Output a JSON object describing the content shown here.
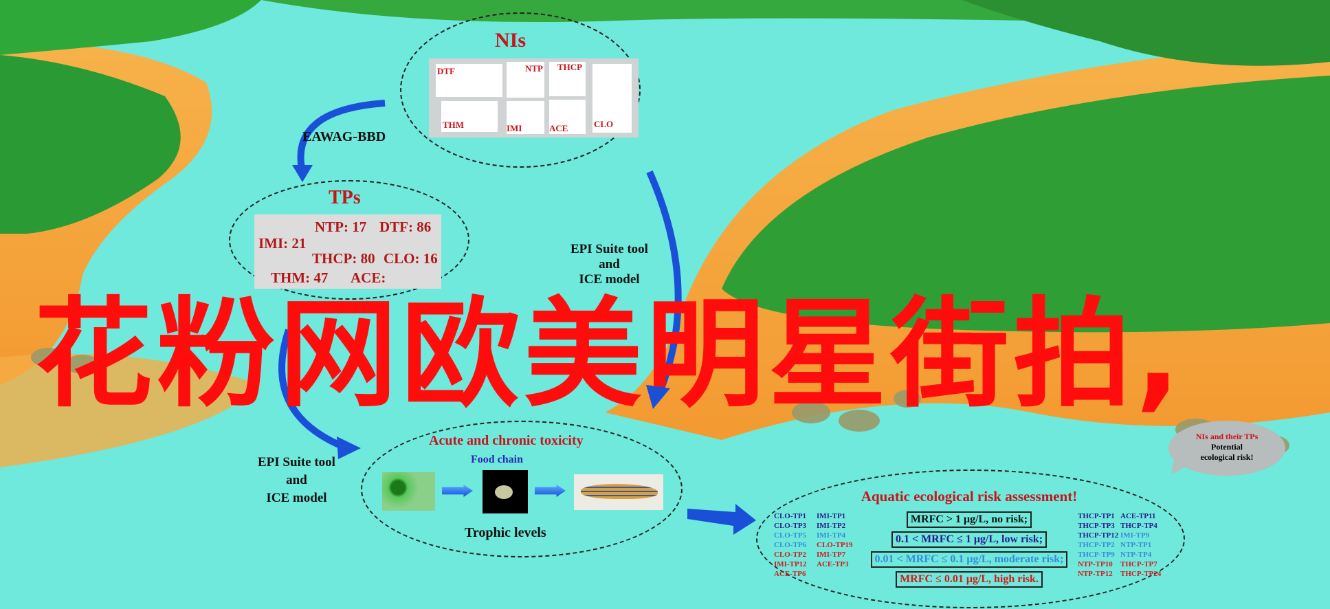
{
  "nis": {
    "title": "NIs",
    "compounds": [
      "DTF",
      "NTP",
      "THCP",
      "THM",
      "IMI",
      "ACE",
      "CLO"
    ]
  },
  "pathway_label": "EAWAG-BBD",
  "tps": {
    "title": "TPs",
    "counts": [
      "NTP: 17",
      "DTF: 86",
      "IMI: 21",
      "THCP: 80",
      "CLO: 16",
      "THM: 47",
      "ACE: "
    ]
  },
  "epi_right": {
    "line1": "EPI Suite tool",
    "line2": "and",
    "line3": "ICE model"
  },
  "epi_left": {
    "line1": "EPI Suite tool",
    "line2": "and",
    "line3": "ICE model"
  },
  "toxicity": {
    "title": "Acute and chronic toxicity",
    "subtitle": "Food chain",
    "footer": "Trophic levels"
  },
  "bubble": {
    "line1": "NIs and their TPs",
    "line2": "Potential",
    "line3": "ecological risk!"
  },
  "risk": {
    "title": "Aquatic ecological risk assessment!",
    "levels": [
      "MRFC > 1 μg/L, no risk;",
      "0.1 < MRFC ≤ 1 μg/L, low risk;",
      "0.01 < MRFC ≤ 0.1 μg/L, moderate risk;",
      "MRFC ≤ 0.01 μg/L, high risk."
    ],
    "level_colors": [
      "#111111",
      "#2a1a8a",
      "#3a8ad8",
      "#d81818"
    ],
    "labels": [
      {
        "t": "CLO-TP1",
        "c": "#2a1a8a"
      },
      {
        "t": "IMI-TP1",
        "c": "#2a1a8a"
      },
      {
        "t": "CLO-TP3",
        "c": "#2a1a8a"
      },
      {
        "t": "IMI-TP2",
        "c": "#2a1a8a"
      },
      {
        "t": "CLO-TP5",
        "c": "#3a8ad8"
      },
      {
        "t": "IMI-TP4",
        "c": "#3a8ad8"
      },
      {
        "t": "CLO-TP6",
        "c": "#3a8ad8"
      },
      {
        "t": "CLO-TP19",
        "c": "#d81818"
      },
      {
        "t": "CLO-TP2",
        "c": "#d81818"
      },
      {
        "t": "IMI-TP7",
        "c": "#d81818"
      },
      {
        "t": "IMI-TP12",
        "c": "#d81818"
      },
      {
        "t": "ACE-TP3",
        "c": "#d81818"
      },
      {
        "t": "ACE-TP6",
        "c": "#d81818"
      },
      {
        "t": "THCP-TP1",
        "c": "#2a1a8a"
      },
      {
        "t": "ACE-TP11",
        "c": "#2a1a8a"
      },
      {
        "t": "THCP-TP3",
        "c": "#2a1a8a"
      },
      {
        "t": "THCP-TP4",
        "c": "#2a1a8a"
      },
      {
        "t": "THCP-TP12",
        "c": "#2a1a8a"
      },
      {
        "t": "IMI-TP9",
        "c": "#3a8ad8"
      },
      {
        "t": "THCP-TP2",
        "c": "#3a8ad8"
      },
      {
        "t": "NTP-TP1",
        "c": "#3a8ad8"
      },
      {
        "t": "THCP-TP9",
        "c": "#3a8ad8"
      },
      {
        "t": "NTP-TP4",
        "c": "#3a8ad8"
      },
      {
        "t": "NTP-TP10",
        "c": "#d81818"
      },
      {
        "t": "THCP-TP7",
        "c": "#d81818"
      },
      {
        "t": "NTP-TP12",
        "c": "#d81818"
      },
      {
        "t": "THCP-TP24",
        "c": "#d81818"
      }
    ]
  },
  "watermark": "花粉网欧美明星街拍,"
}
